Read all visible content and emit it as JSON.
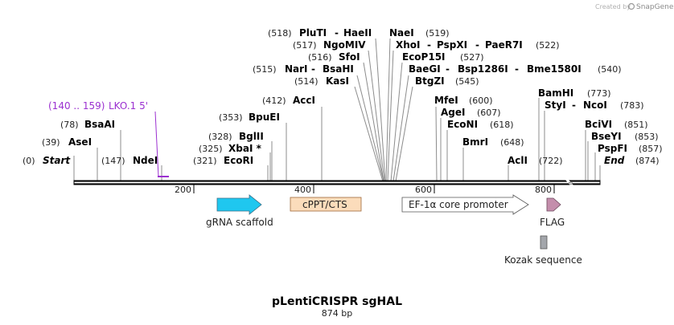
{
  "credit": {
    "prefix": "Created by",
    "brand": "SnapGene"
  },
  "plasmid": {
    "name": "pLentiCRISPR sgHAL",
    "length": "874 bp"
  },
  "ruler": [
    "200",
    "400",
    "600",
    "800"
  ],
  "primer": {
    "range": "(140 .. 159)",
    "name": "LKO.1 5'"
  },
  "sites": {
    "start": {
      "pos": "(0)",
      "name": "Start"
    },
    "asei": {
      "pos": "(39)",
      "name": "AseI"
    },
    "bsaai": {
      "pos": "(78)",
      "name": "BsaAI"
    },
    "ndei": {
      "pos": "(147)",
      "name": "NdeI"
    },
    "ecori": {
      "pos": "(321)",
      "name": "EcoRI"
    },
    "xbai": {
      "pos": "(325)",
      "name": "XbaI *"
    },
    "bglii": {
      "pos": "(328)",
      "name": "BglII"
    },
    "bpuei": {
      "pos": "(353)",
      "name": "BpuEI"
    },
    "acci": {
      "pos": "(412)",
      "name": "AccI"
    },
    "kasi": {
      "pos": "(514)",
      "name": "KasI"
    },
    "nari": {
      "pos": "(515)",
      "name": "NarI",
      "name2": "BsaHI"
    },
    "sfoi": {
      "pos": "(516)",
      "name": "SfoI"
    },
    "ngomiv": {
      "pos": "(517)",
      "name": "NgoMIV"
    },
    "pluti": {
      "pos": "(518)",
      "name": "PluTI",
      "name2": "HaeII"
    },
    "naei": {
      "name": "NaeI",
      "pos": "(519)"
    },
    "xhoi": {
      "name": "XhoI",
      "name2": "PspXI",
      "name3": "PaeR7I",
      "pos": "(522)"
    },
    "ecop15i": {
      "name": "EcoP15I",
      "pos": "(527)"
    },
    "baegi": {
      "name": "BaeGI",
      "name2": "Bsp1286I",
      "name3": "Bme1580I",
      "pos": "(540)"
    },
    "btgzi": {
      "name": "BtgZI",
      "pos": "(545)"
    },
    "mfei": {
      "name": "MfeI",
      "pos": "(600)"
    },
    "agei": {
      "name": "AgeI",
      "pos": "(607)"
    },
    "econi": {
      "name": "EcoNI",
      "pos": "(618)"
    },
    "bmri": {
      "name": "BmrI",
      "pos": "(648)"
    },
    "acli": {
      "name": "AclI",
      "pos": "(722)"
    },
    "bamhi": {
      "name": "BamHI",
      "pos": "(773)"
    },
    "styi": {
      "name": "StyI",
      "name2": "NcoI",
      "pos": "(783)"
    },
    "bcivi": {
      "name": "BciVI",
      "pos": "(851)"
    },
    "bseyi": {
      "name": "BseYI",
      "pos": "(853)"
    },
    "pspfi": {
      "name": "PspFI",
      "pos": "(857)"
    },
    "end": {
      "name": "End",
      "pos": "(874)"
    }
  },
  "features": {
    "grna": "gRNA scaffold",
    "cppt": "cPPT/CTS",
    "ef1a": "EF-1α core promoter",
    "flag": "FLAG",
    "kozak": "Kozak sequence"
  },
  "colors": {
    "grna": "#1fc7ef",
    "cppt": "#fbdcbb",
    "ef1a": "#ffffff",
    "flag": "#c48eac",
    "kozak": "#a3a6ab",
    "primer": "#9b30d0"
  }
}
